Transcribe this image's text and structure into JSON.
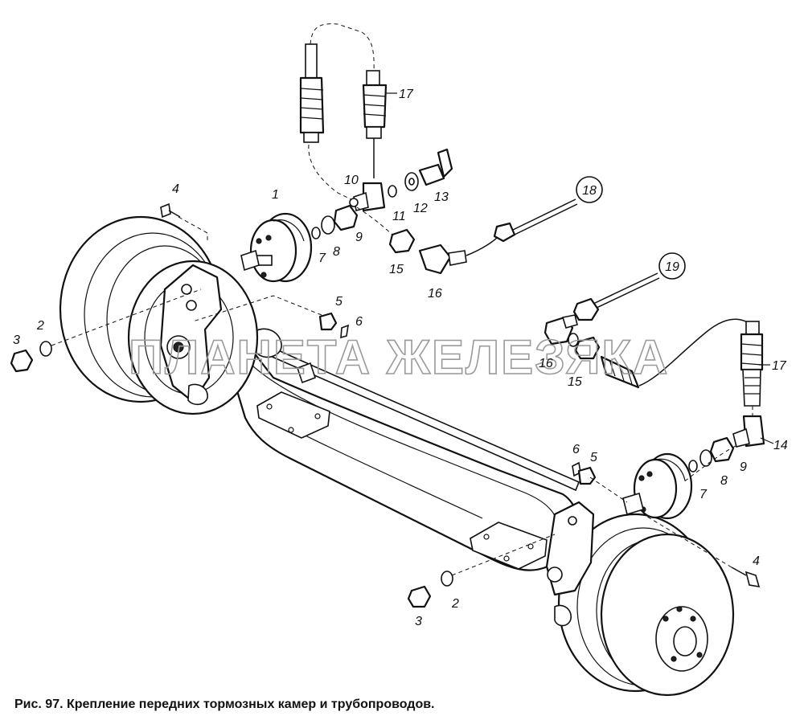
{
  "caption": "Рис. 97. Крепление передних тормозных камер и трубопроводов.",
  "watermark": "ПЛАНЕТА ЖЕЛЕЗЯКА",
  "labels": {
    "p1": "1",
    "p2_left": "2",
    "p2_right": "2",
    "p3_left": "3",
    "p3_right": "3",
    "p4_top": "4",
    "p4_bottom": "4",
    "p5_top": "5",
    "p5_bottom": "5",
    "p6_top": "6",
    "p6_bottom": "6",
    "p7_top": "7",
    "p7_bottom": "7",
    "p8_top": "8",
    "p8_bottom": "8",
    "p9_top": "9",
    "p9_bottom": "9",
    "p10": "10",
    "p11": "11",
    "p12": "12",
    "p13": "13",
    "p14": "14",
    "p15_top": "15",
    "p15_bottom": "15",
    "p16_top": "16",
    "p16_bottom": "16",
    "p17_top": "17",
    "p17_bottom": "17",
    "p18": "18",
    "p19": "19"
  }
}
